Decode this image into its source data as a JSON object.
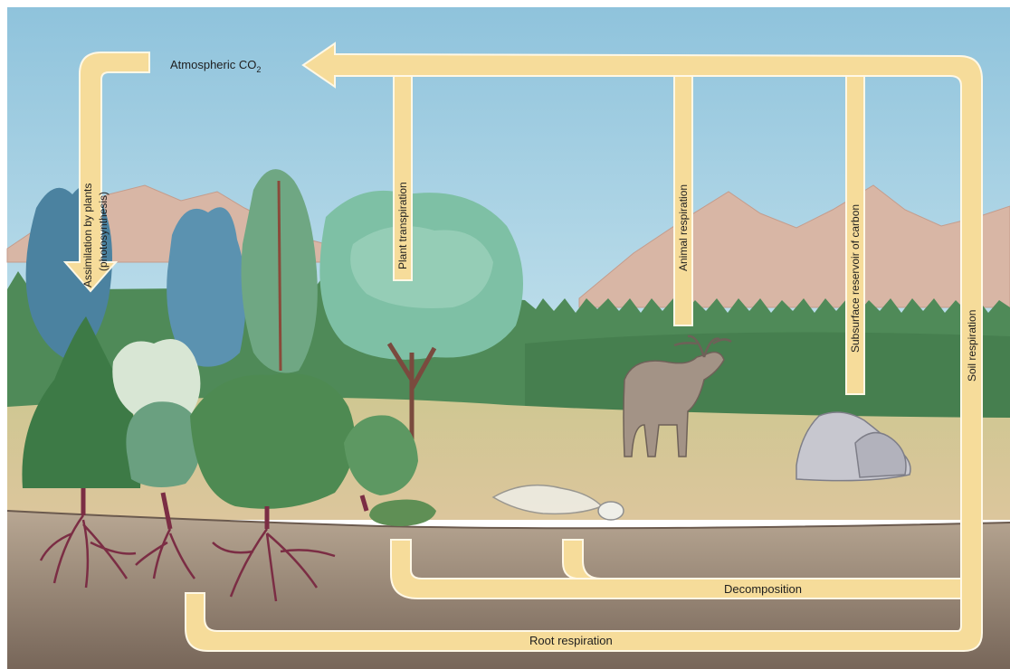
{
  "labels": {
    "atmospheric": "Atmospheric CO",
    "atmospheric_sub": "2",
    "assimilation_line1": "Assimilation by plants",
    "assimilation_line2": "(photosynthesis)",
    "plant_transpiration": "Plant transpiration",
    "animal_respiration": "Animal respiration",
    "subsurface": "Subsurface reservoir of carbon",
    "soil_respiration": "Soil respiration",
    "decomposition": "Decomposition",
    "root_respiration": "Root respiration"
  },
  "colors": {
    "sky_top": "#8fc3dc",
    "sky_bottom": "#d6ecf2",
    "mountain": "#d9b7a6",
    "distant_forest": "#4f8a58",
    "meadow": "#d6c596",
    "soil_top": "#b5a48f",
    "soil_bottom": "#7d6d62",
    "arrow_fill": "#f6dc9a",
    "arrow_stroke": "#ffffff",
    "root": "#7b2d44"
  }
}
